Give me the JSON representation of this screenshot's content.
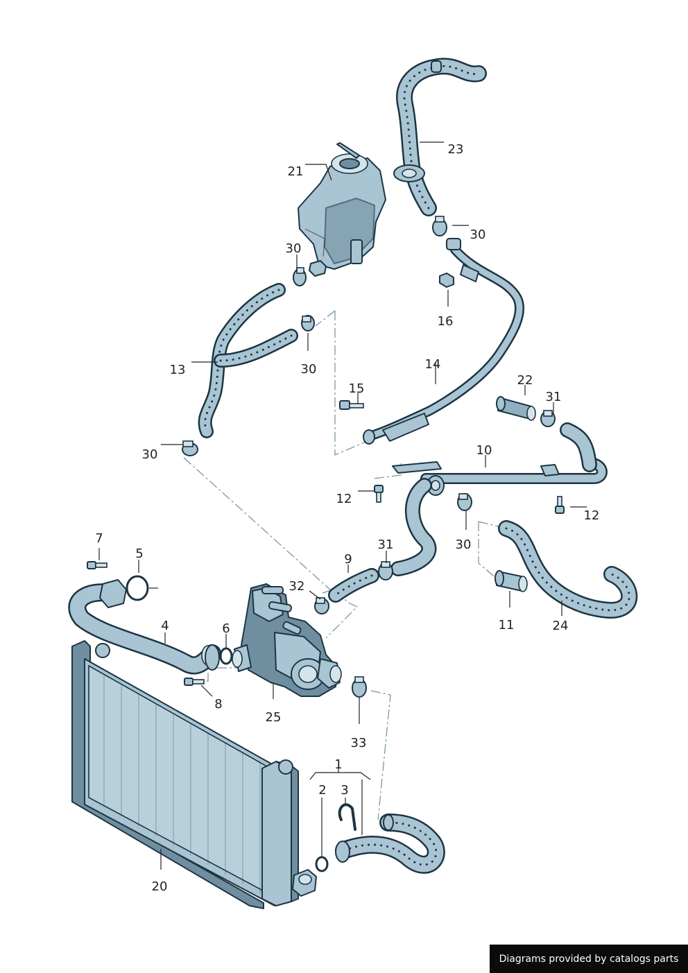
{
  "callouts": [
    {
      "id": "1",
      "text": "1"
    },
    {
      "id": "2",
      "text": "2"
    },
    {
      "id": "3",
      "text": "3"
    },
    {
      "id": "4",
      "text": "4"
    },
    {
      "id": "5",
      "text": "5"
    },
    {
      "id": "6",
      "text": "6"
    },
    {
      "id": "7",
      "text": "7"
    },
    {
      "id": "8",
      "text": "8"
    },
    {
      "id": "9",
      "text": "9"
    },
    {
      "id": "10",
      "text": "10"
    },
    {
      "id": "11",
      "text": "11"
    },
    {
      "id": "12a",
      "text": "12"
    },
    {
      "id": "12b",
      "text": "12"
    },
    {
      "id": "13",
      "text": "13"
    },
    {
      "id": "14",
      "text": "14"
    },
    {
      "id": "15",
      "text": "15"
    },
    {
      "id": "16",
      "text": "16"
    },
    {
      "id": "20",
      "text": "20"
    },
    {
      "id": "21",
      "text": "21"
    },
    {
      "id": "22",
      "text": "22"
    },
    {
      "id": "23",
      "text": "23"
    },
    {
      "id": "24",
      "text": "24"
    },
    {
      "id": "25",
      "text": "25"
    },
    {
      "id": "30a",
      "text": "30"
    },
    {
      "id": "30b",
      "text": "30"
    },
    {
      "id": "30c",
      "text": "30"
    },
    {
      "id": "30d",
      "text": "30"
    },
    {
      "id": "30e",
      "text": "30"
    },
    {
      "id": "31a",
      "text": "31"
    },
    {
      "id": "31b",
      "text": "31"
    },
    {
      "id": "32",
      "text": "32"
    },
    {
      "id": "33",
      "text": "33"
    }
  ],
  "credit": "Diagrams provided by catalogs parts",
  "colors": {
    "part_fill": "#a9c4d2",
    "part_dark": "#6f8fa0",
    "outline": "#1d3442",
    "credit_bg": "#0b0b0b"
  }
}
